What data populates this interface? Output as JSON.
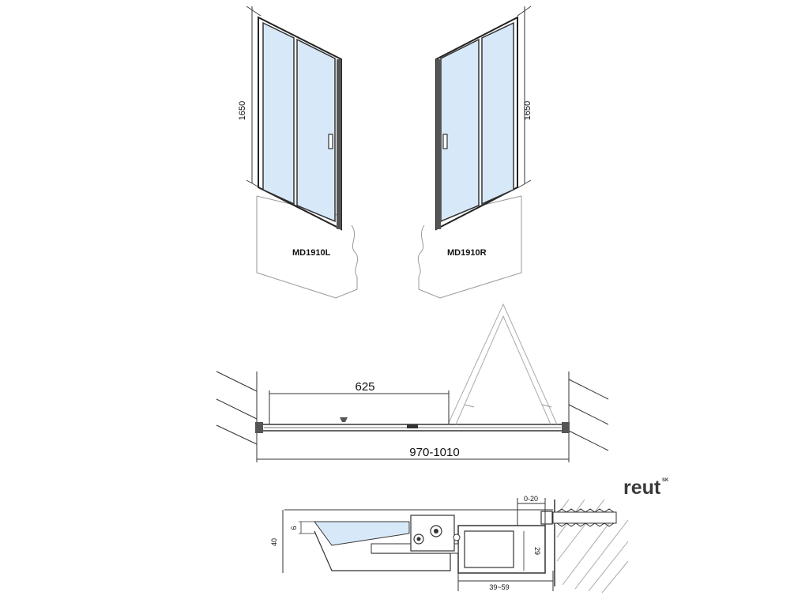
{
  "drawings": {
    "left_unit": {
      "model": "MD1910L",
      "height_label": "1650"
    },
    "right_unit": {
      "model": "MD1910R",
      "height_label": "1650"
    },
    "plan_view": {
      "door_width_label": "625",
      "total_width_label": "970-1010"
    },
    "profile_detail": {
      "gap_label": "0-20",
      "glass_label": "6",
      "height_label": "40",
      "profile_height_label": "29",
      "adjust_label": "39~59"
    }
  },
  "brand": {
    "logo_text": "reut",
    "logo_suffix": "SK"
  },
  "colors": {
    "glass": "#d7e9f8",
    "line": "#333333",
    "wall": "#888888"
  }
}
